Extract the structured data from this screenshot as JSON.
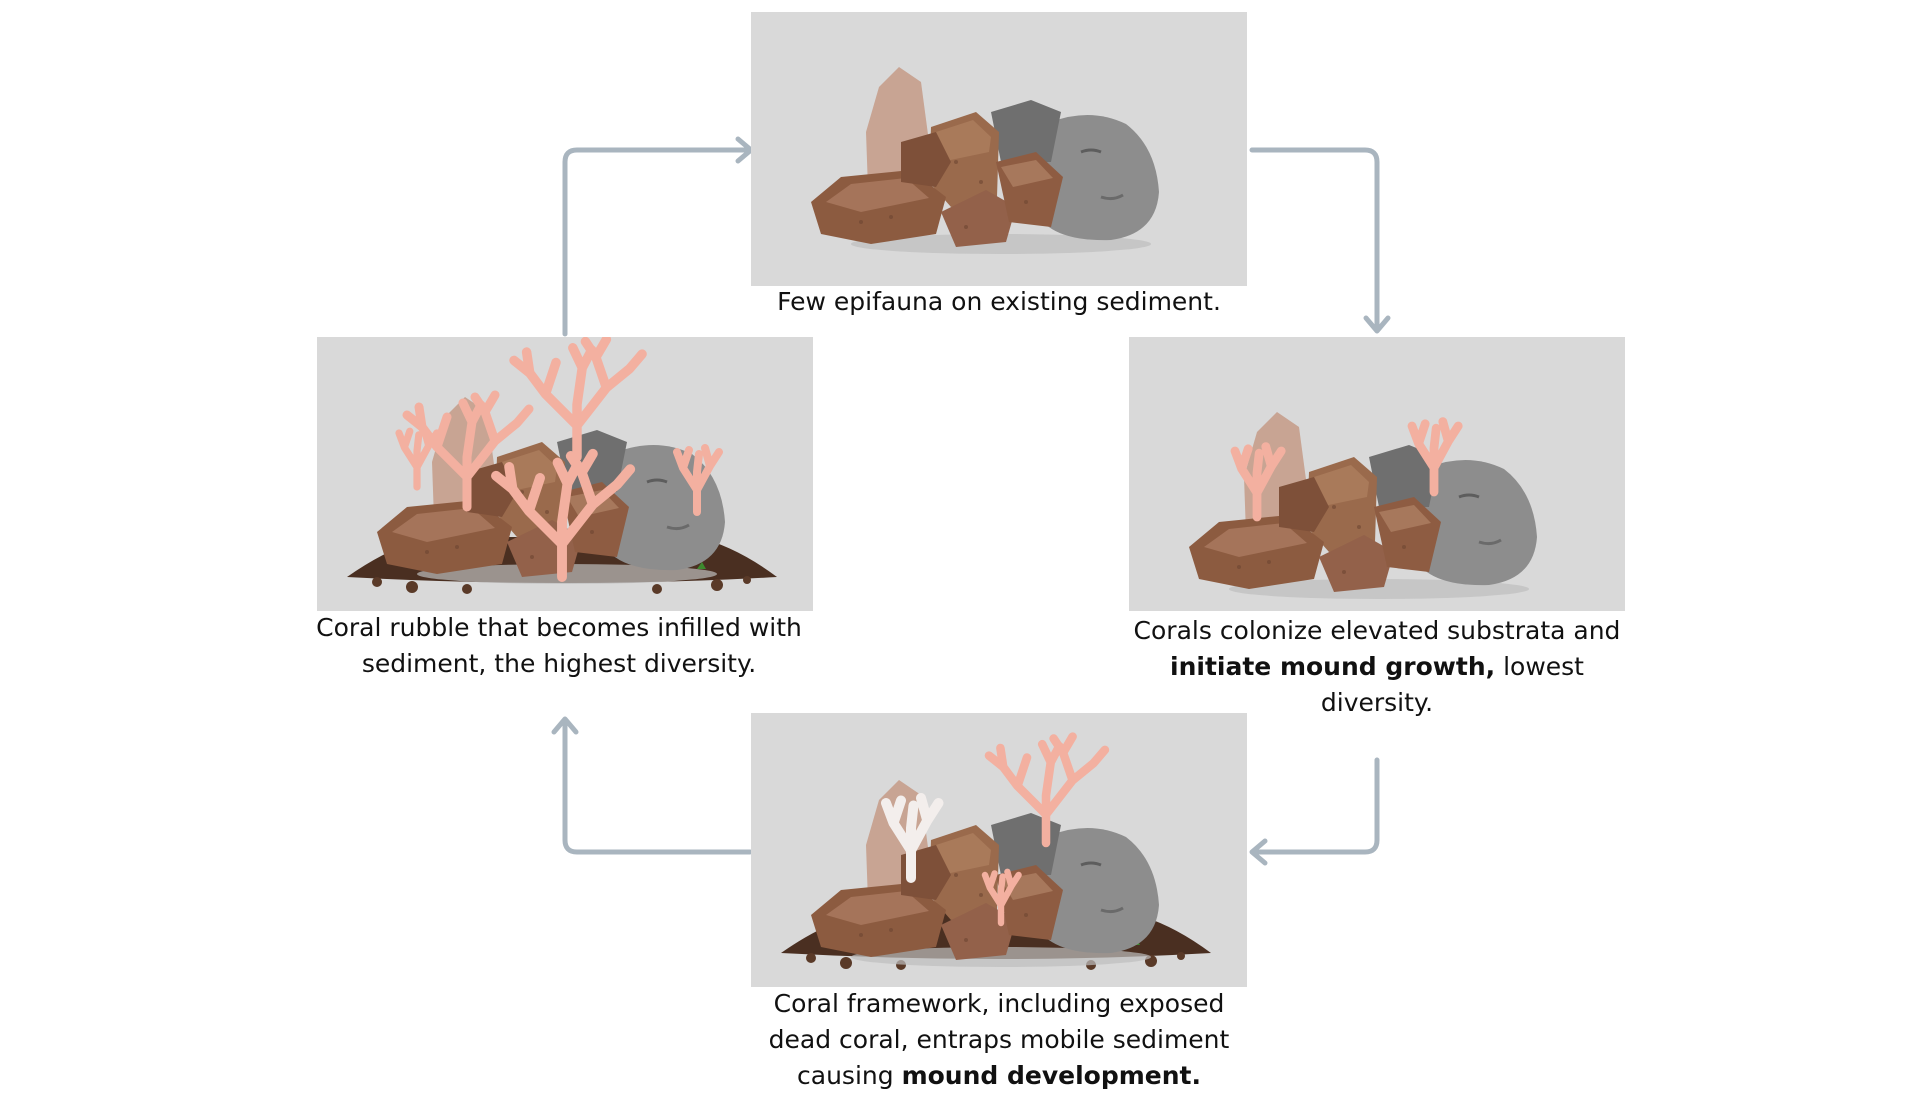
{
  "stages": {
    "top": {
      "caption": "Few epifauna on existing sediment."
    },
    "right": {
      "caption_line1": "Corals colonize elevated substrata and",
      "caption_bold": "initiate mound growth,",
      "caption_after_bold": " lowest",
      "caption_line3": "diversity."
    },
    "bottom": {
      "caption_line1": "Coral framework, including exposed",
      "caption_line2": "dead coral, entraps mobile sediment",
      "caption_prefix": "causing ",
      "caption_bold": "mound development."
    },
    "left": {
      "caption_line1": "Coral rubble that becomes infilled with",
      "caption_line2": "sediment, the highest diversity."
    }
  },
  "colors": {
    "panel_background": "#d9d9d9",
    "arrow": "#a9b5bf",
    "rock_brown": "#9a6a4c",
    "rock_brown_dark": "#6e4632",
    "rock_grey": "#8a8a8a",
    "coral_pink": "#f3b0a0",
    "coral_white": "#f3eeec",
    "sediment": "#4a2f21"
  },
  "icons": {
    "rock_pile": "rock-pile-illustration",
    "coral": "branching-coral-illustration",
    "arrow": "cycle-arrow"
  }
}
